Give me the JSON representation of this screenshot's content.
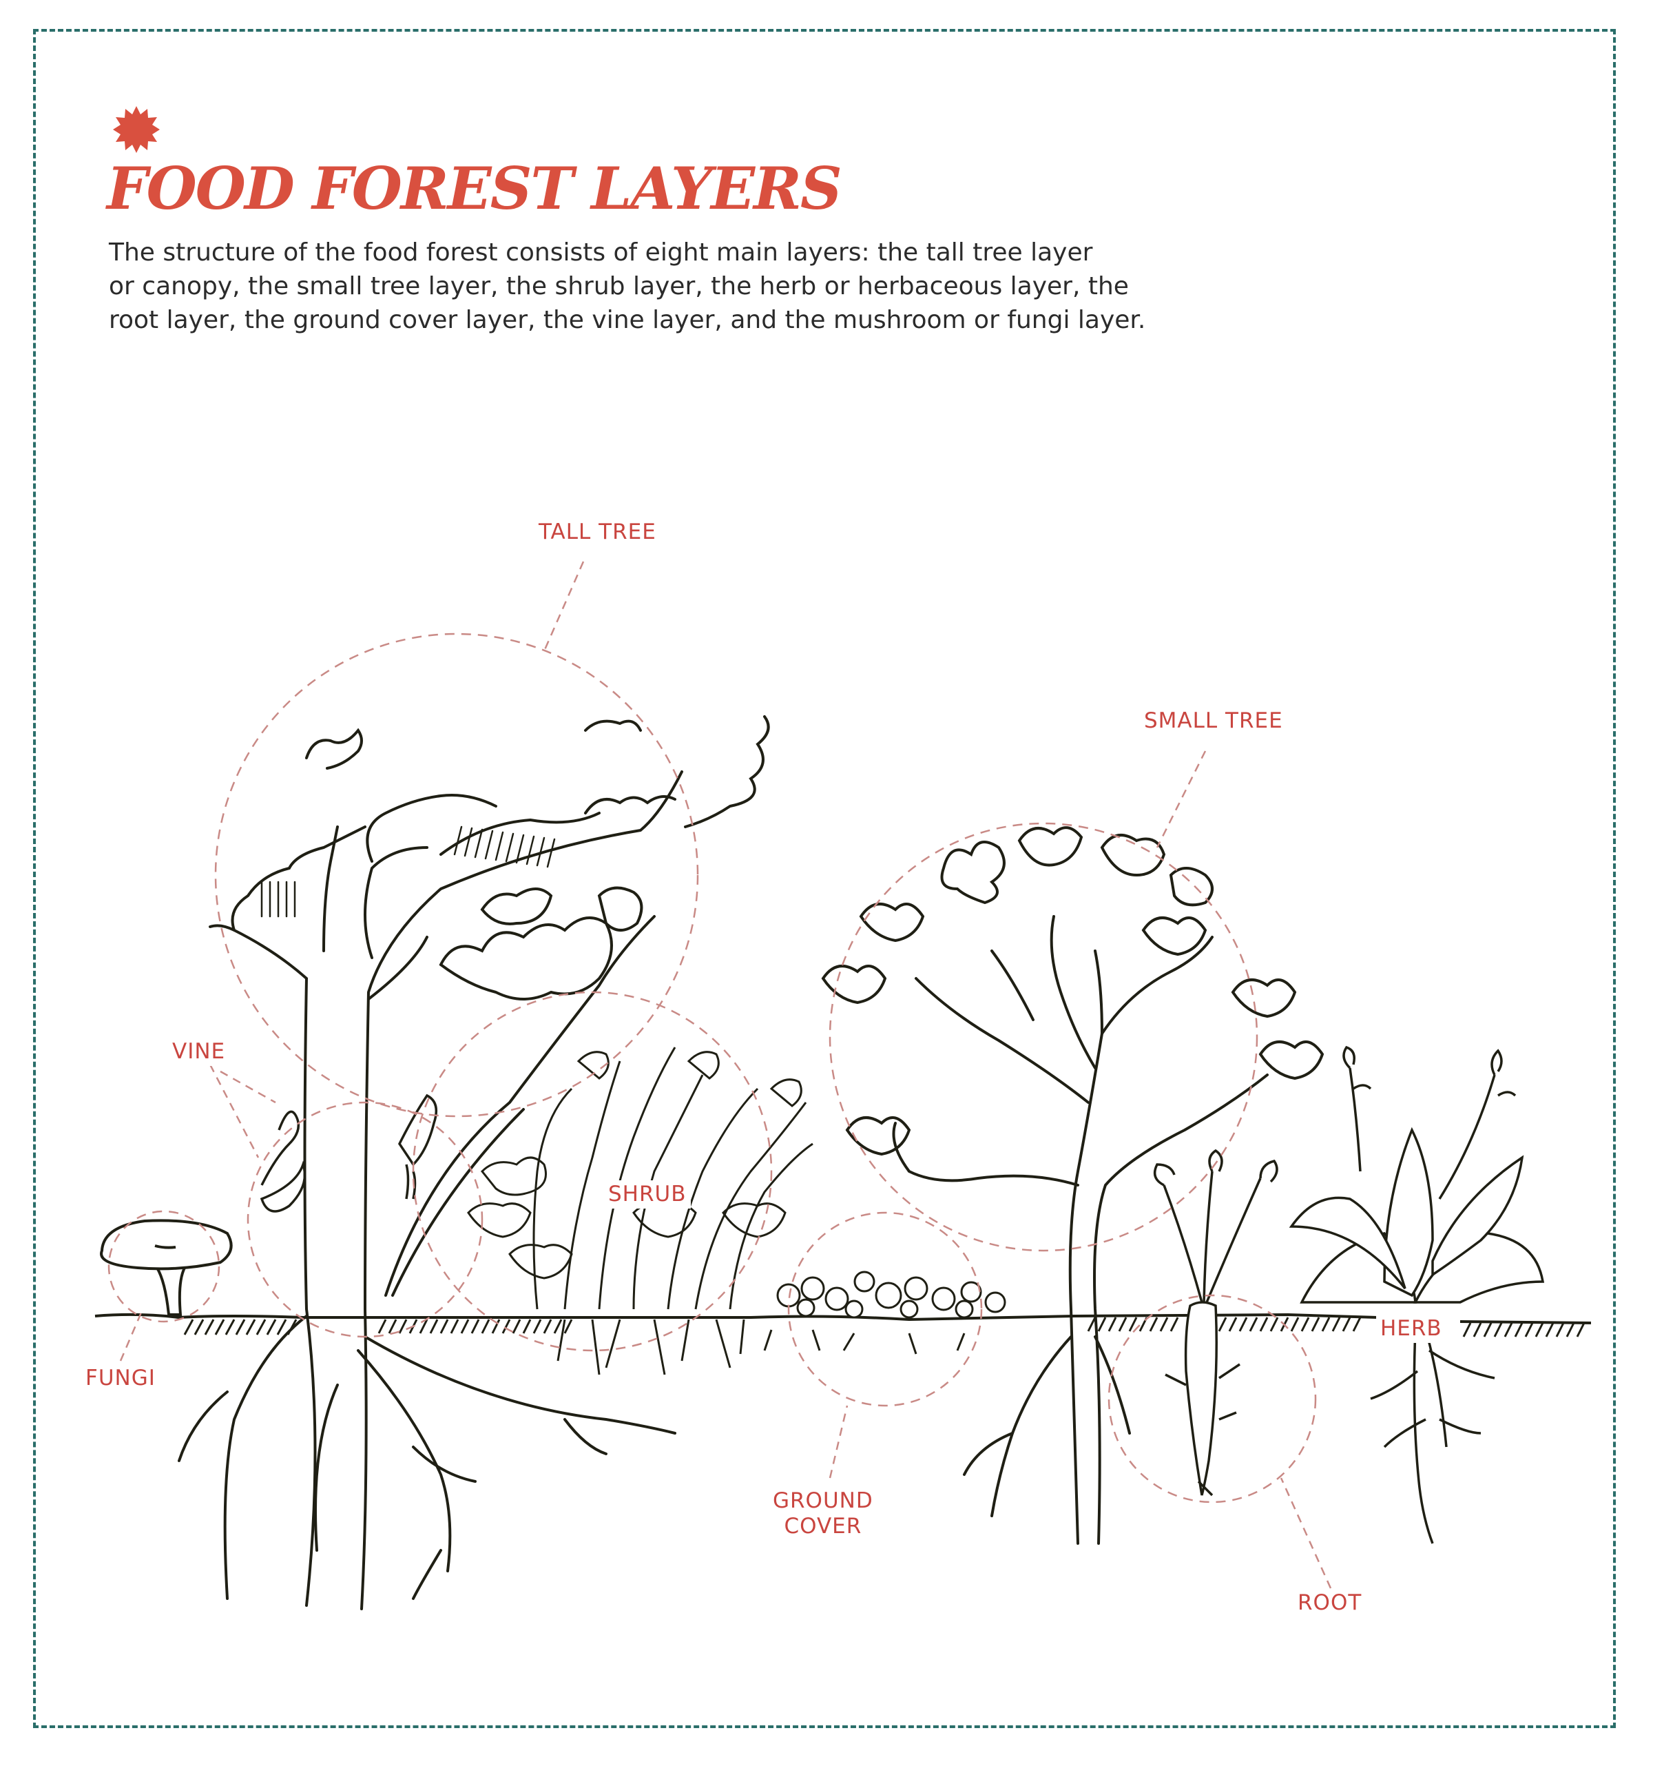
{
  "header": {
    "title": "FOOD FOREST LAYERS",
    "intro_lines": [
      "The structure of the food forest consists of eight main layers: the tall tree layer",
      "or canopy, the small tree layer, the shrub layer, the herb or herbaceous layer, the",
      "root layer, the ground cover layer, the vine layer, and the mushroom or fungi layer."
    ],
    "icon": "star-burst-icon"
  },
  "labels": {
    "tall_tree": "TALL TREE",
    "small_tree": "SMALL TREE",
    "vine": "VINE",
    "shrub": "SHRUB",
    "fungi": "FUNGI",
    "ground_cover_line1": "GROUND",
    "ground_cover_line2": "COVER",
    "herb": "HERB",
    "root": "ROOT"
  },
  "layers": [
    "Tall tree",
    "Small tree",
    "Shrub",
    "Herb",
    "Root",
    "Ground cover",
    "Vine",
    "Fungi"
  ],
  "colors": {
    "accent": "#d9503f",
    "label": "#c9453f",
    "border": "#2a6e6a",
    "ink": "#1f1f14",
    "leader": "#c98a86"
  }
}
